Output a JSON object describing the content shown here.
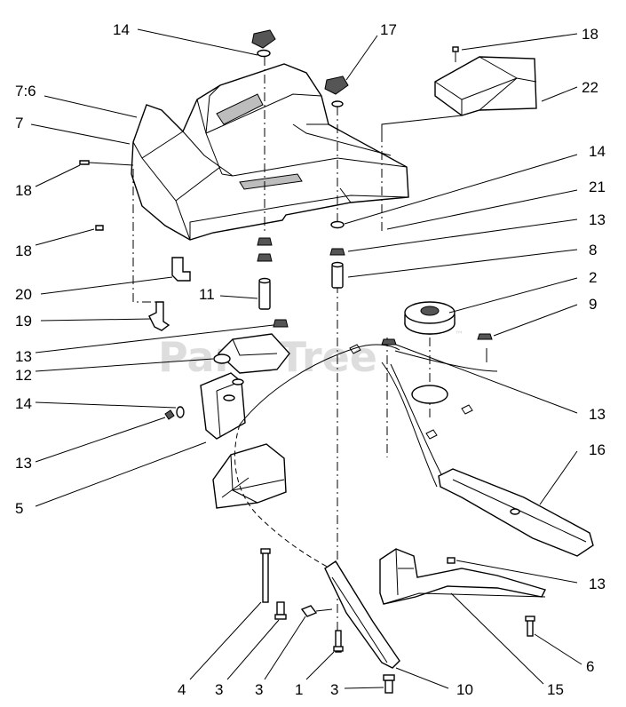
{
  "watermark": {
    "text": "PartsTree",
    "trademark": "™"
  },
  "callouts": {
    "c14_top": "14",
    "c17": "17",
    "c18_top": "18",
    "c22": "22",
    "c7_6": "7:6",
    "c7": "7",
    "c14_mid": "14",
    "c21": "21",
    "c18_left": "18",
    "c13_right_a": "13",
    "c8": "8",
    "c18_left_b": "18",
    "c2": "2",
    "c20": "20",
    "c11": "11",
    "c9": "9",
    "c19": "19",
    "c13_left_a": "13",
    "c12": "12",
    "c14_left": "14",
    "c13_right_b": "13",
    "c13_left_b": "13",
    "c16": "16",
    "c5": "5",
    "c13_right_c": "13",
    "c6": "6",
    "c4": "4",
    "c3_a": "3",
    "c3_b": "3",
    "c1": "1",
    "c3_c": "3",
    "c10": "10",
    "c15": "15"
  }
}
